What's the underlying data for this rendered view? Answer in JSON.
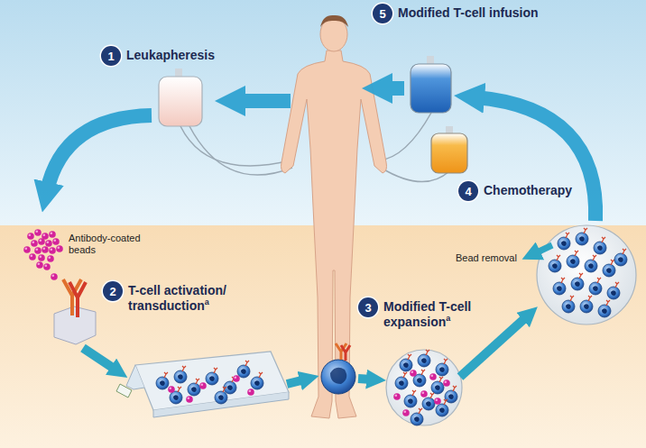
{
  "diagram": {
    "nodes": [
      {
        "text": [
          "1",
          "Leukapheresis"
        ]
      },
      {
        "text": [
          "2",
          "T-cell activation/ transduction",
          "a"
        ]
      },
      {
        "text": [
          "3",
          "Modified T-cell expansion",
          "a"
        ]
      },
      {
        "text": [
          "4",
          "Chemotherapy"
        ]
      },
      {
        "text": [
          "5",
          "Modified T-cell infusion"
        ]
      }
    ],
    "labels": [
      "Antibody-coated beads",
      "Bead removal"
    ]
  }
}
